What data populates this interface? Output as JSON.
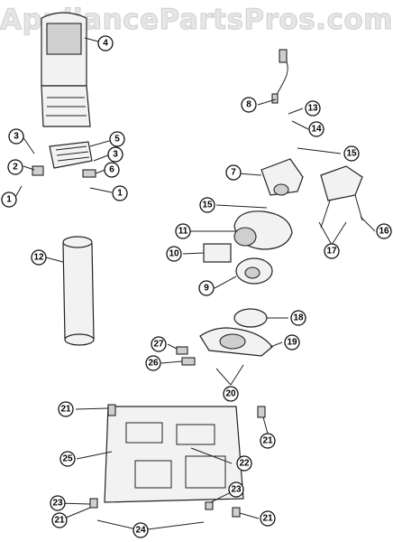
{
  "watermark": "AppliancePartsPros.com",
  "callouts": [
    "1",
    "1",
    "2",
    "3",
    "3",
    "4",
    "5",
    "6",
    "7",
    "8",
    "9",
    "10",
    "11",
    "12",
    "13",
    "14",
    "15",
    "15",
    "16",
    "17",
    "18",
    "19",
    "20",
    "21",
    "21",
    "21",
    "21",
    "22",
    "23",
    "23",
    "24",
    "25",
    "26",
    "27"
  ]
}
